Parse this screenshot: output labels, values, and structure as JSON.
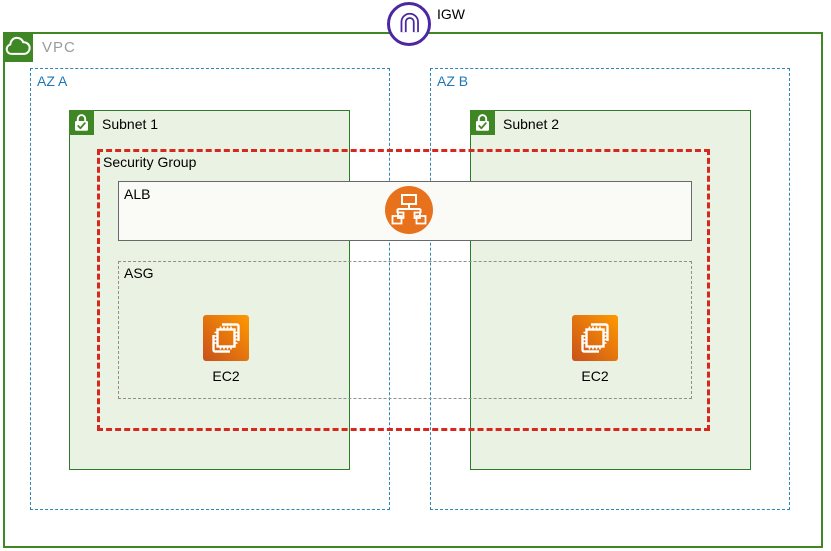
{
  "colors": {
    "vpc_green": "#3F8624",
    "subnet_fill": "#EAF2E4",
    "az_blue": "#1F78B4",
    "security_group_red": "#D6281F",
    "alb_orange": "#E8711C",
    "ec2_gradient_start": "#C8511B",
    "ec2_gradient_end": "#FF9900",
    "igw_purple": "#4B27A3"
  },
  "diagram": {
    "igw": {
      "label": "IGW",
      "icon": "internet-gateway-icon"
    },
    "vpc": {
      "label": "VPC",
      "icon": "cloud-icon"
    },
    "availability_zones": [
      {
        "label": "AZ A"
      },
      {
        "label": "AZ B"
      }
    ],
    "subnets": [
      {
        "label": "Subnet 1",
        "icon": "lock-check-icon"
      },
      {
        "label": "Subnet 2",
        "icon": "lock-check-icon"
      }
    ],
    "security_group": {
      "label": "Security Group"
    },
    "alb": {
      "label": "ALB",
      "icon": "load-balancer-icon"
    },
    "asg": {
      "label": "ASG"
    },
    "ec2_instances": [
      {
        "label": "EC2",
        "icon": "chip-icon"
      },
      {
        "label": "EC2",
        "icon": "chip-icon"
      }
    ]
  }
}
